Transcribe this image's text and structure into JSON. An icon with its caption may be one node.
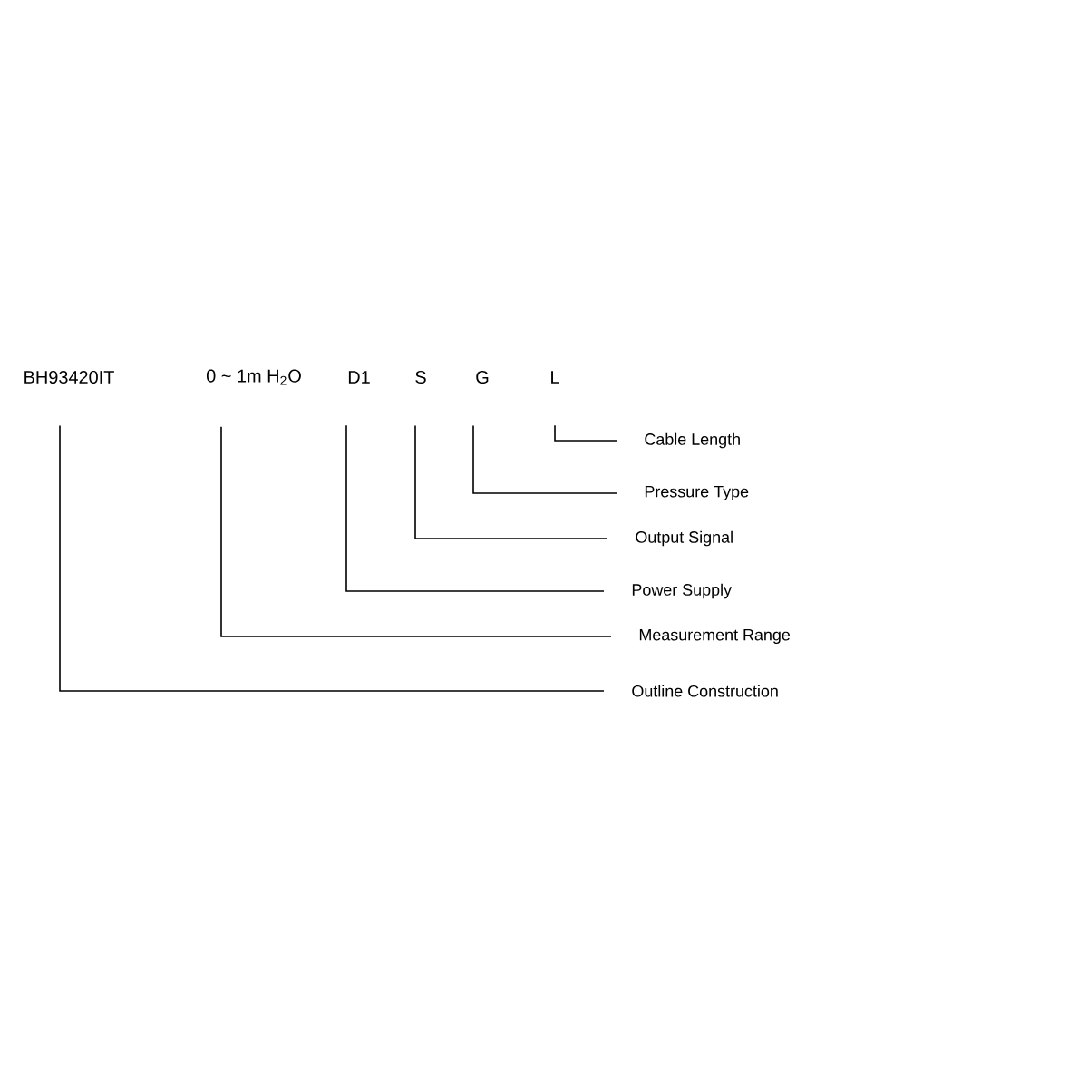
{
  "diagram": {
    "nodes": [
      {
        "text": [
          "BH93420IT"
        ]
      },
      {
        "text": [
          "0 ~ 1m H$_{2}$O"
        ]
      },
      {
        "text": [
          "D1"
        ]
      },
      {
        "text": [
          "S"
        ]
      },
      {
        "text": [
          "G"
        ]
      },
      {
        "text": [
          "L"
        ]
      },
      {
        "text": [
          "Cable Length"
        ]
      },
      {
        "text": [
          "Pressure Type"
        ]
      },
      {
        "text": [
          "Output Signal"
        ]
      },
      {
        "text": [
          "Power Supply"
        ]
      },
      {
        "text": [
          "Measurement Range"
        ]
      },
      {
        "text": [
          "Outline Construction"
        ]
      }
    ],
    "edges": [
      {
        "from": 5,
        "to": 6,
        "arrow": "none"
      },
      {
        "from": 4,
        "to": 7,
        "arrow": "none"
      },
      {
        "from": 3,
        "to": 8,
        "arrow": "none"
      },
      {
        "from": 2,
        "to": 9,
        "arrow": "none"
      },
      {
        "from": 1,
        "to": 10,
        "arrow": "none"
      },
      {
        "from": 0,
        "to": 11,
        "arrow": "none"
      }
    ]
  }
}
